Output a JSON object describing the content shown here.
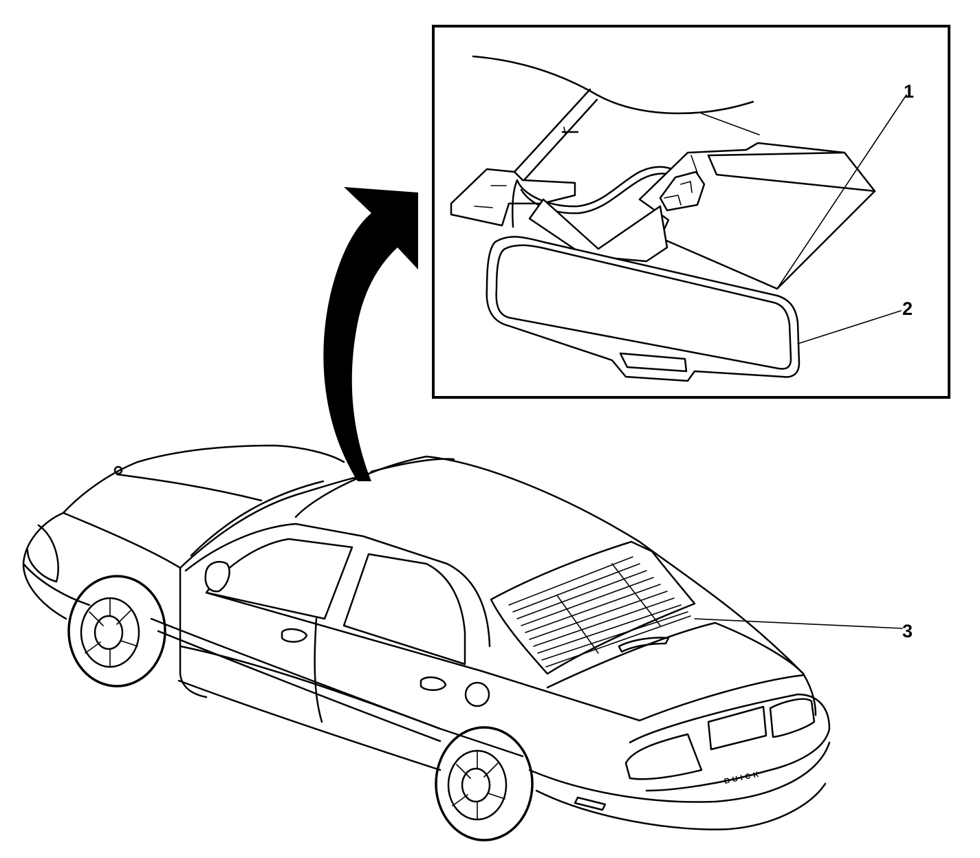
{
  "inset": {
    "callouts": [
      {
        "id": "1",
        "label": "1"
      },
      {
        "id": "2",
        "label": "2"
      }
    ]
  },
  "vehicle": {
    "callouts": [
      {
        "id": "3",
        "label": "3"
      }
    ],
    "badge_text": "BUICK"
  },
  "colors": {
    "line": "#000000",
    "background": "#ffffff"
  }
}
